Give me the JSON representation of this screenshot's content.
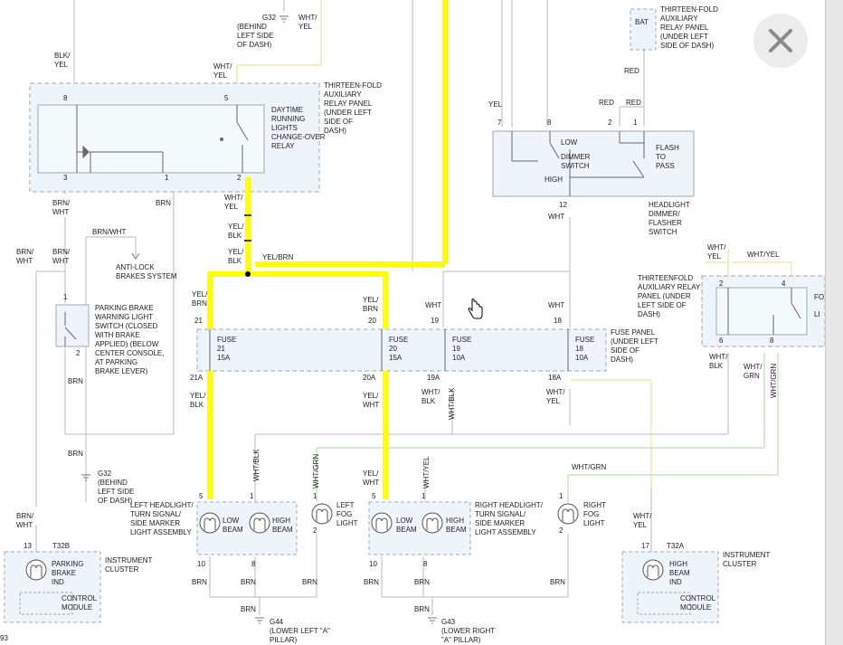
{
  "colors": {
    "highlight": "#ffff00",
    "wire": "#b0b0b0",
    "wire_green": "#a8d8a0",
    "wire_yellow": "#e6e68a",
    "box_fill": "#eef6fb",
    "box_stroke": "#9aa4ad",
    "text": "#222222",
    "close_bg": "#ececec",
    "close_icon": "#8a8a8a"
  },
  "icons": {
    "close": "close-icon",
    "cursor": "hand-pointer-icon"
  },
  "relay_panel_left": {
    "title": "THIRTEEN-FOLD AUXILIARY RELAY PANEL (UNDER LEFT SIDE OF DASH)",
    "relay_label": "DAYTIME RUNNING LIGHTS CHANGE-OVER RELAY",
    "pins": [
      "8",
      "5",
      "3",
      "1",
      "2"
    ]
  },
  "top_left": {
    "ground": "G32",
    "ground_desc": "(BEHIND LEFT SIDE OF DASH)",
    "wire_wht_yel": "WHT/ YEL",
    "wire_wht_yel_2": "WHT/ YEL",
    "wire_blk_yel": "BLK/ YEL"
  },
  "bat_panel": {
    "bat": "BAT",
    "title": "THIRTEEN-FOLD AUXILIARY RELAY PANEL (UNDER LEFT SIDE OF DASH)",
    "wire_red": "RED",
    "wire_red_2": "RED",
    "wire_red_3": "RED"
  },
  "dimmer": {
    "wire_yel": "YEL",
    "pins": [
      "7",
      "8",
      "2",
      "1",
      "12"
    ],
    "low_label": "LOW",
    "switch_label": "DIMMER SWITCH",
    "high_label": "HIGH",
    "flash_label": "FLASH TO PASS",
    "title": "HEADLIGHT DIMMER/ FLASHER SWITCH",
    "wire_wht": "WHT"
  },
  "left_wires": {
    "brn_wht_1": "BRN/ WHT",
    "brn_1": "BRN",
    "wht_yel_relay": "WHT/ YEL",
    "yel_blk_1": "YEL/ BLK",
    "yel_blk_2": "YEL/ BLK",
    "yel_brn_splice": "YEL/BRN",
    "brn_wht_left": "BRN/ WHT",
    "brn_wht_mid": "BRN/ WHT",
    "brn_wht_junction": "BRN/WHT",
    "abs": "ANTI-LOCK BRAKES SYSTEM"
  },
  "parking_switch": {
    "pins": [
      "1",
      "2"
    ],
    "label": "PARKING BRAKE WARNING LIGHT SWITCH (CLOSED WITH BRAKE APPLIED) (BELOW CENTER CONSOLE, AT PARKING BRAKE LEVER)",
    "wire_brn": "BRN",
    "wire_brn_2": "BRN",
    "ground": "G32",
    "ground_desc": "(BEHIND LEFT SIDE OF DASH)"
  },
  "fuse_panel": {
    "title": "FUSE PANEL (UNDER LEFT SIDE OF DASH)",
    "top_pins": [
      "21",
      "20",
      "19",
      "18"
    ],
    "bottom_pins": [
      "21A",
      "20A",
      "19A",
      "18A"
    ],
    "fuses": [
      {
        "label": "FUSE",
        "num": "21",
        "amp": "15A"
      },
      {
        "label": "FUSE",
        "num": "20",
        "amp": "15A"
      },
      {
        "label": "FUSE",
        "num": "19",
        "amp": "10A"
      },
      {
        "label": "FUSE",
        "num": "18",
        "amp": "10A"
      }
    ],
    "in_wires": [
      "YEL/ BRN",
      "YEL/ BRN",
      "WHT",
      "WHT"
    ],
    "out_wires": [
      "YEL/ BLK",
      "YEL/ WHT",
      "WHT/ BLK",
      "WHT/ YEL"
    ],
    "wht_blk_vert": "WHT/BLK"
  },
  "relay_panel_right": {
    "title": "THIRTEENFOLD AUXILIARY RELAY PANEL (UNDER LEFT SIDE OF DASH)",
    "pins": [
      "2",
      "4",
      "6",
      "8"
    ],
    "wire_wht_yel": "WHT/ YEL",
    "wire_wht_yel_2": "WHT/YEL",
    "wire_wht_blk": "WHT/ BLK",
    "wire_wht_grn": "WHT/ GRN",
    "wire_wht_grn_vert": "WHT/GRN",
    "partial_label_1": "FO",
    "partial_label_2": "LI"
  },
  "left_headlight": {
    "pins_top": [
      "5",
      "1"
    ],
    "pins_bottom": [
      "10",
      "8"
    ],
    "low": "LOW BEAM",
    "high": "HIGH BEAM",
    "title": "LEFT HEADLIGHT/ TURN SIGNAL/ SIDE MARKER LIGHT ASSEMBLY",
    "wire_wht_blk": "WHT/BLK",
    "wire_brn_1": "BRN",
    "wire_brn_2": "BRN"
  },
  "left_fog": {
    "pins": [
      "1",
      "2"
    ],
    "label": "LEFT FOG LIGHT",
    "wire_wht_grn": "WHT/GRN",
    "wire_brn": "BRN"
  },
  "right_headlight": {
    "pins_top": [
      "5",
      "1"
    ],
    "pins_bottom": [
      "10",
      "8"
    ],
    "low": "LOW BEAM",
    "high": "HIGH BEAM",
    "title": "RIGHT HEADLIGHT/ TURN SIGNAL/ SIDE MARKER LIGHT ASSEMBLY",
    "wire_wht_yel": "WHT/YEL",
    "wire_yel_wht": "YEL/ WHT",
    "wire_brn_1": "BRN",
    "wire_brn_2": "BRN"
  },
  "right_fog": {
    "pins": [
      "1",
      "2"
    ],
    "label": "RIGHT FOG LIGHT",
    "wire_wht_grn": "WHT/GRN",
    "wire_brn": "BRN"
  },
  "grounds": {
    "g44": "G44",
    "g44_desc": "(LOWER LEFT \"A\" PILLAR)",
    "g43": "G43",
    "g43_desc": "(LOWER RIGHT \"A\" PILLAR)",
    "wire_brn_g44": "BRN",
    "wire_brn_g43": "BRN"
  },
  "cluster_left": {
    "pin": "13",
    "connector": "T32B",
    "wire": "BRN/ WHT",
    "ind": "PARKING BRAKE IND",
    "module": "CONTROL MODULE",
    "title": "INSTRUMENT CLUSTER"
  },
  "cluster_right": {
    "pin": "17",
    "connector": "T32A",
    "wire": "WHT/ YEL",
    "ind": "HIGH BEAM IND",
    "module": "CONTROL MODULE",
    "title": "INSTRUMENT CLUSTER"
  },
  "corner_fragment": "93"
}
